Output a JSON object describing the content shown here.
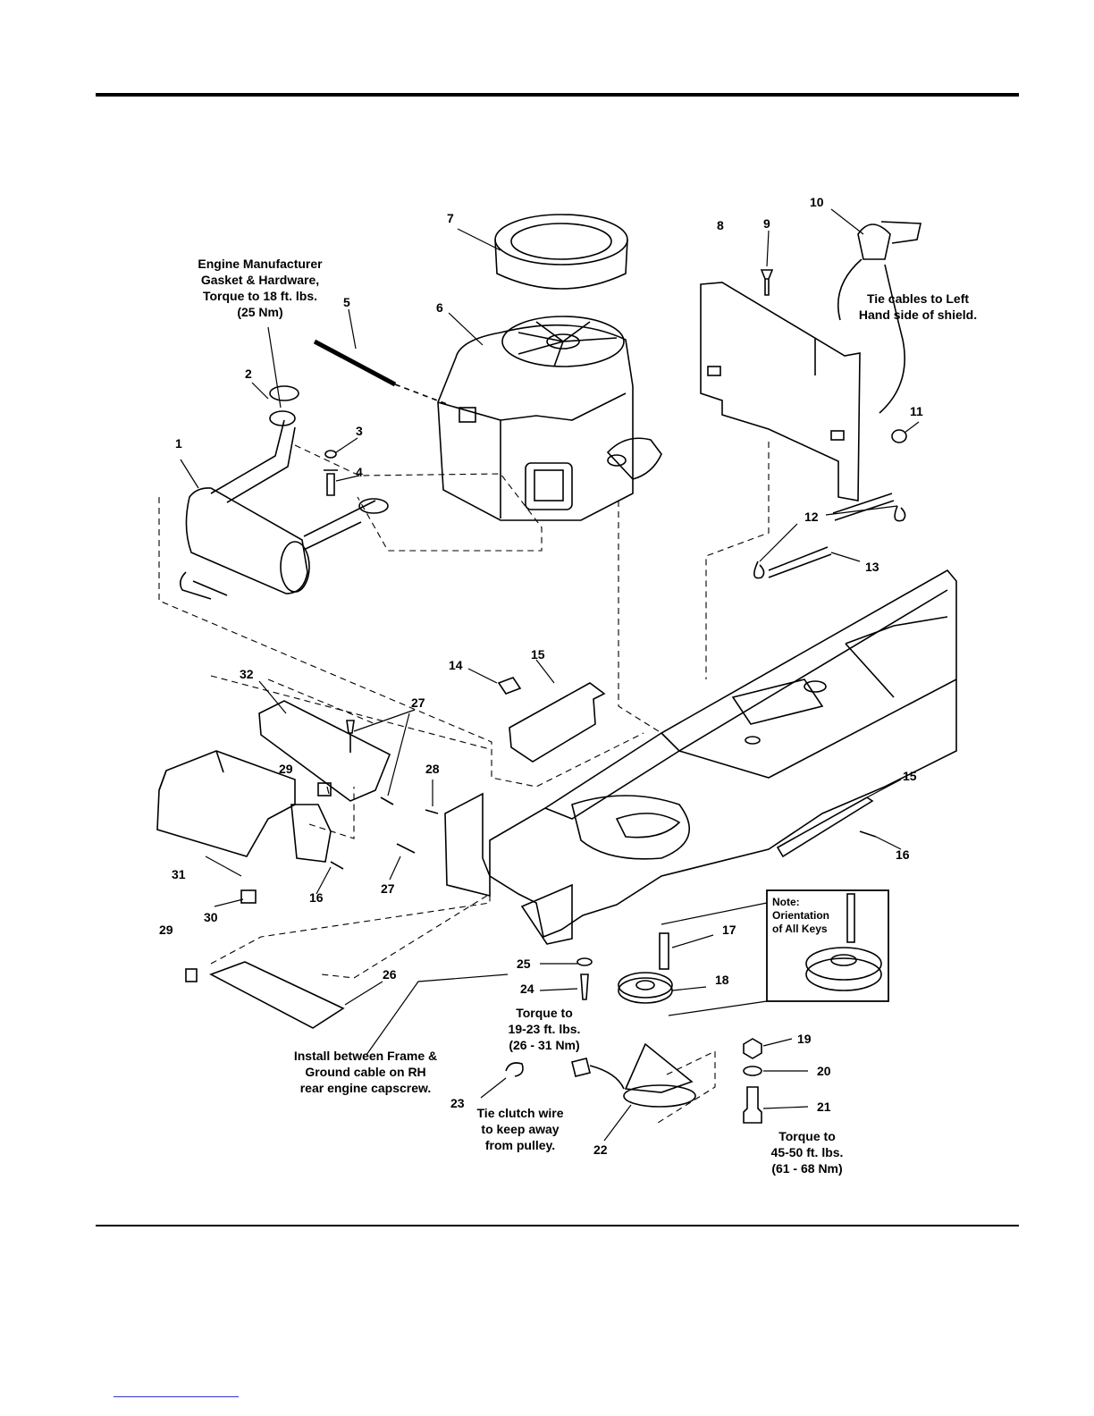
{
  "annotations": {
    "engine_gasket": "Engine Manufacturer\nGasket & Hardware,\nTorque to 18 ft. lbs.\n(25 Nm)",
    "tie_cables": "Tie cables to Left\nHand side of shield.",
    "install_between": "Install between Frame &\nGround cable on RH\nrear engine capscrew.",
    "torque_19_23": "Torque to\n19-23 ft. lbs.\n(26 - 31 Nm)",
    "tie_clutch": "Tie clutch wire\nto keep away\nfrom pulley.",
    "torque_45_50": "Torque to\n45-50 ft. lbs.\n(61 - 68 Nm)",
    "note_keys": "Note:\nOrientation\nof All Keys"
  },
  "part_numbers": [
    "1",
    "2",
    "3",
    "4",
    "5",
    "6",
    "7",
    "8",
    "9",
    "10",
    "11",
    "12",
    "13",
    "14",
    "15",
    "15",
    "16",
    "16",
    "17",
    "18",
    "19",
    "20",
    "21",
    "22",
    "23",
    "24",
    "25",
    "26",
    "27",
    "27",
    "28",
    "29",
    "29",
    "30",
    "31",
    "32"
  ],
  "colors": {
    "ink": "#000000",
    "paper": "#ffffff",
    "link": "#3333cc"
  }
}
